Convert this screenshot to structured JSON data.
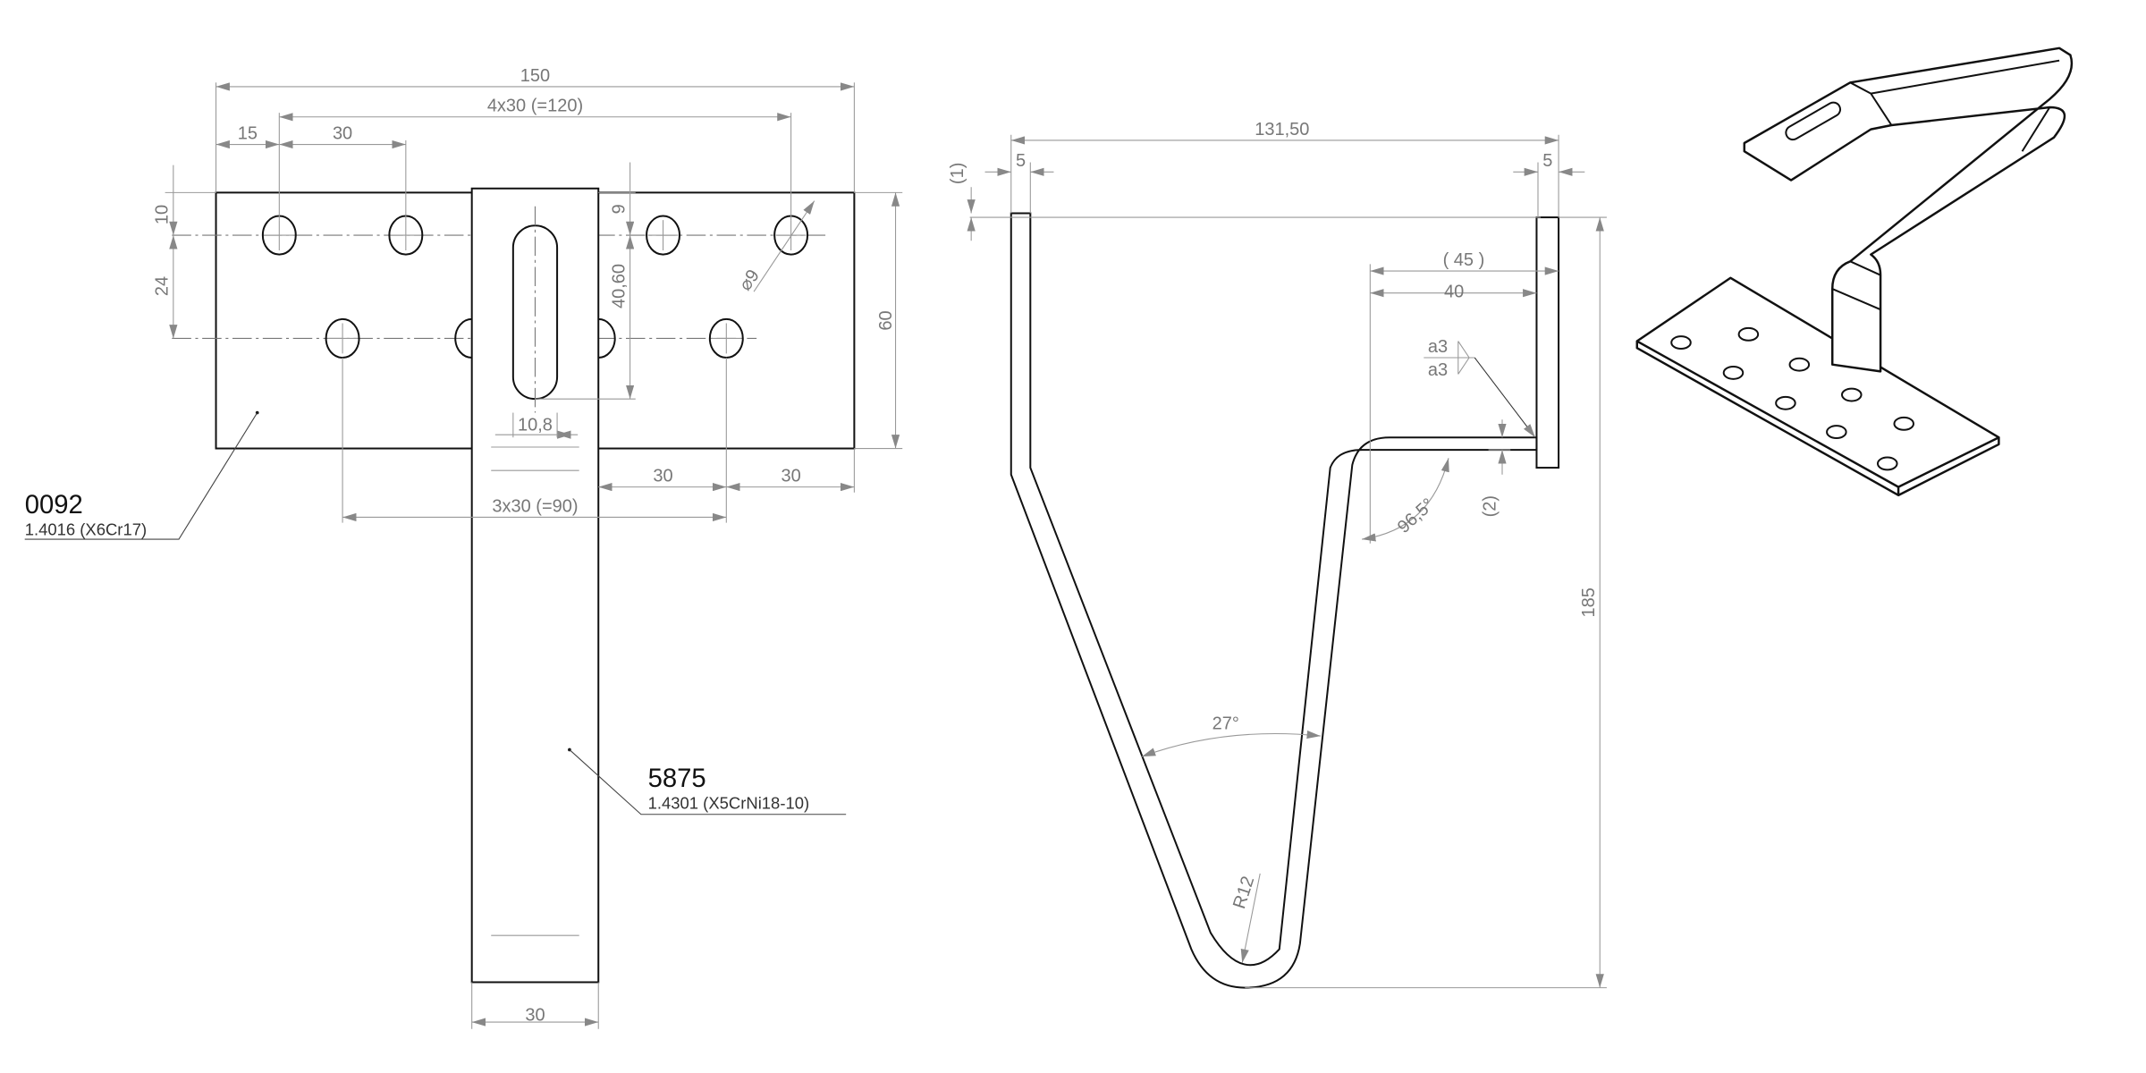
{
  "plan_view": {
    "dims": {
      "overall_width": "150",
      "hole_pitch_top": "4x30 (=120)",
      "edge_offset": "15",
      "pitch": "30",
      "top_row_offset": "10",
      "row_spacing": "24",
      "slot_top": "9",
      "slot_length": "40,60",
      "hole_diameter": "⌀9",
      "height": "60",
      "slot_width": "10,8",
      "bottom_pitch_1": "30",
      "bottom_pitch_2": "30",
      "hole_pitch_bottom": "3x30 (=90)",
      "strap_width": "30"
    },
    "part_plate": {
      "number": "0092",
      "material": "1.4016 (X6Cr17)"
    },
    "part_hook": {
      "number": "5875",
      "material": "1.4301 (X5CrNi18-10)"
    }
  },
  "side_view": {
    "dims": {
      "overall_width": "131,50",
      "left_thickness": "5",
      "right_thickness": "5",
      "offset_top": "(1)",
      "ref_length": "( 45 )",
      "length": "40",
      "weld_top": "a3",
      "weld_bottom": "a3",
      "bend_angle": "96,5°",
      "offset_bottom": "(2)",
      "height": "185",
      "opening_angle": "27°",
      "radius": "R12"
    }
  }
}
